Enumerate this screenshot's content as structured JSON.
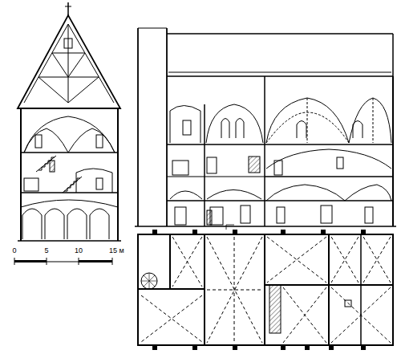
{
  "diagram": {
    "labels": [
      "0",
      "5",
      "10",
      "15 м"
    ]
  }
}
